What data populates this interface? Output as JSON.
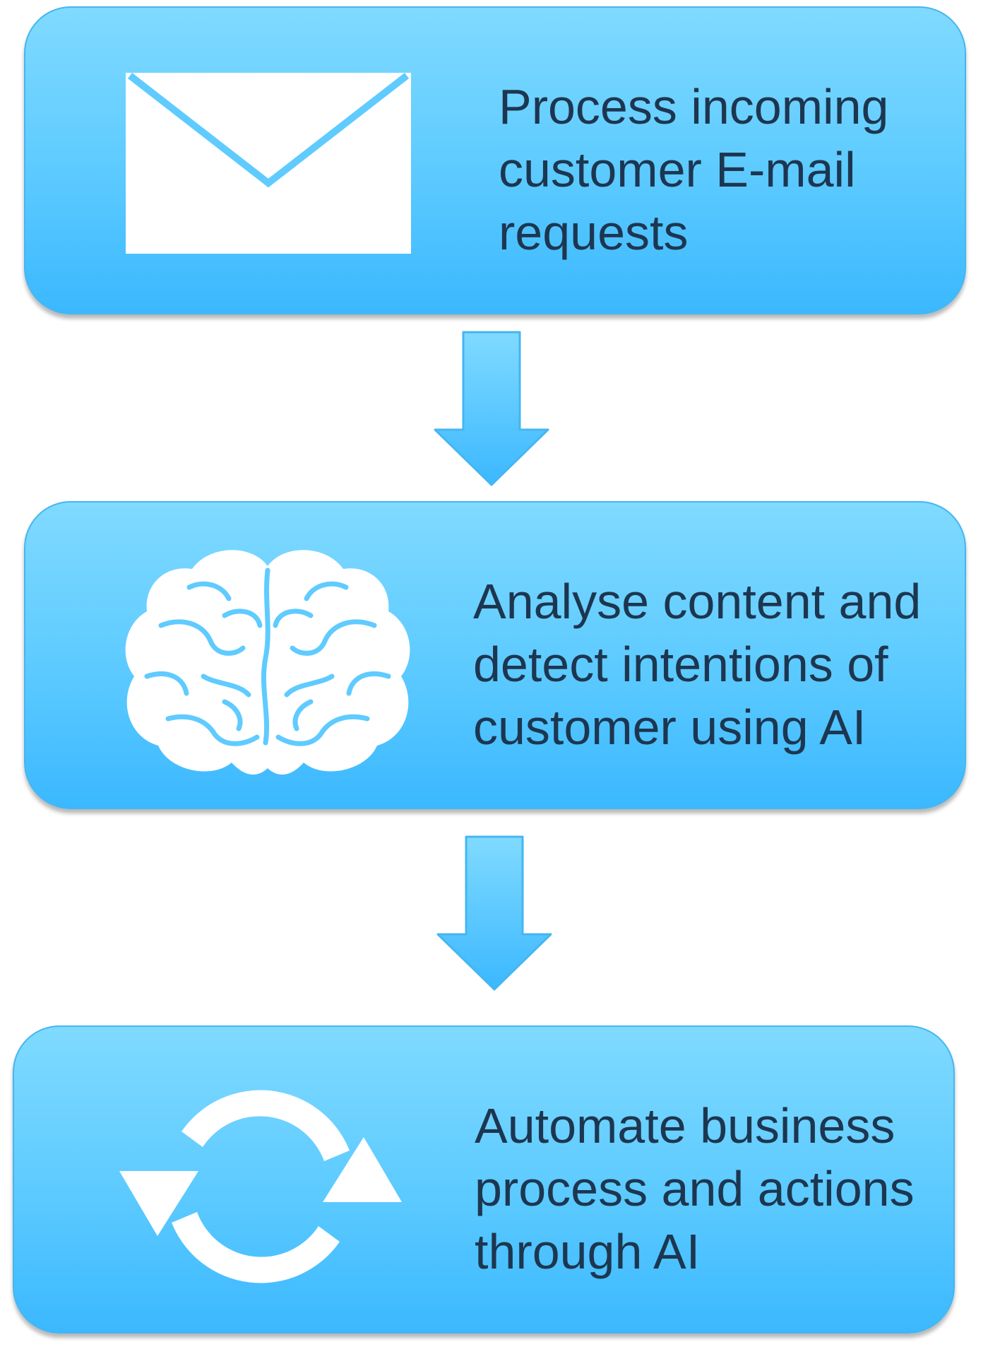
{
  "steps": [
    {
      "icon": "envelope-icon",
      "lines": [
        "Process incoming",
        "customer E-mail",
        "requests"
      ]
    },
    {
      "icon": "brain-icon",
      "lines": [
        "Analyse content and",
        "detect intentions of",
        "customer using AI"
      ]
    },
    {
      "icon": "refresh-cycle-icon",
      "lines": [
        "Automate business",
        "process and actions",
        "through AI"
      ]
    }
  ],
  "colors": {
    "box_top": "#80daff",
    "box_bottom": "#3bb8ff",
    "box_border": "#45b6f0",
    "text": "#1d3650",
    "icon": "#ffffff"
  }
}
